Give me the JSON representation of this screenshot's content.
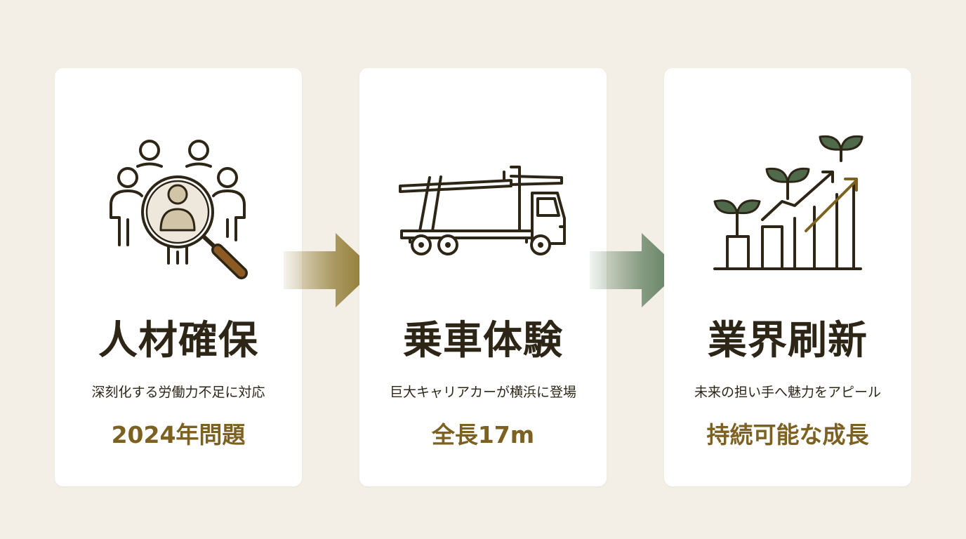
{
  "steps": [
    {
      "title": "人材確保",
      "subtitle": "深刻化する労働力不足に対応",
      "highlight": "2024年問題",
      "icon": "people-search-icon"
    },
    {
      "title": "乗車体験",
      "subtitle": "巨大キャリアカーが横浜に登場",
      "highlight": "全長17m",
      "icon": "car-carrier-truck-icon"
    },
    {
      "title": "業界刷新",
      "subtitle": "未来の担い手へ魅力をアピール",
      "highlight": "持続可能な成長",
      "icon": "growth-sprout-chart-icon"
    }
  ],
  "colors": {
    "background": "#f3efe6",
    "card": "#ffffff",
    "ink": "#2d2617",
    "accent_gold": "#7c6121",
    "accent_green": "#4f6a4a",
    "arrow_1": "#8b7429",
    "arrow_2": "#5b7a5a"
  }
}
